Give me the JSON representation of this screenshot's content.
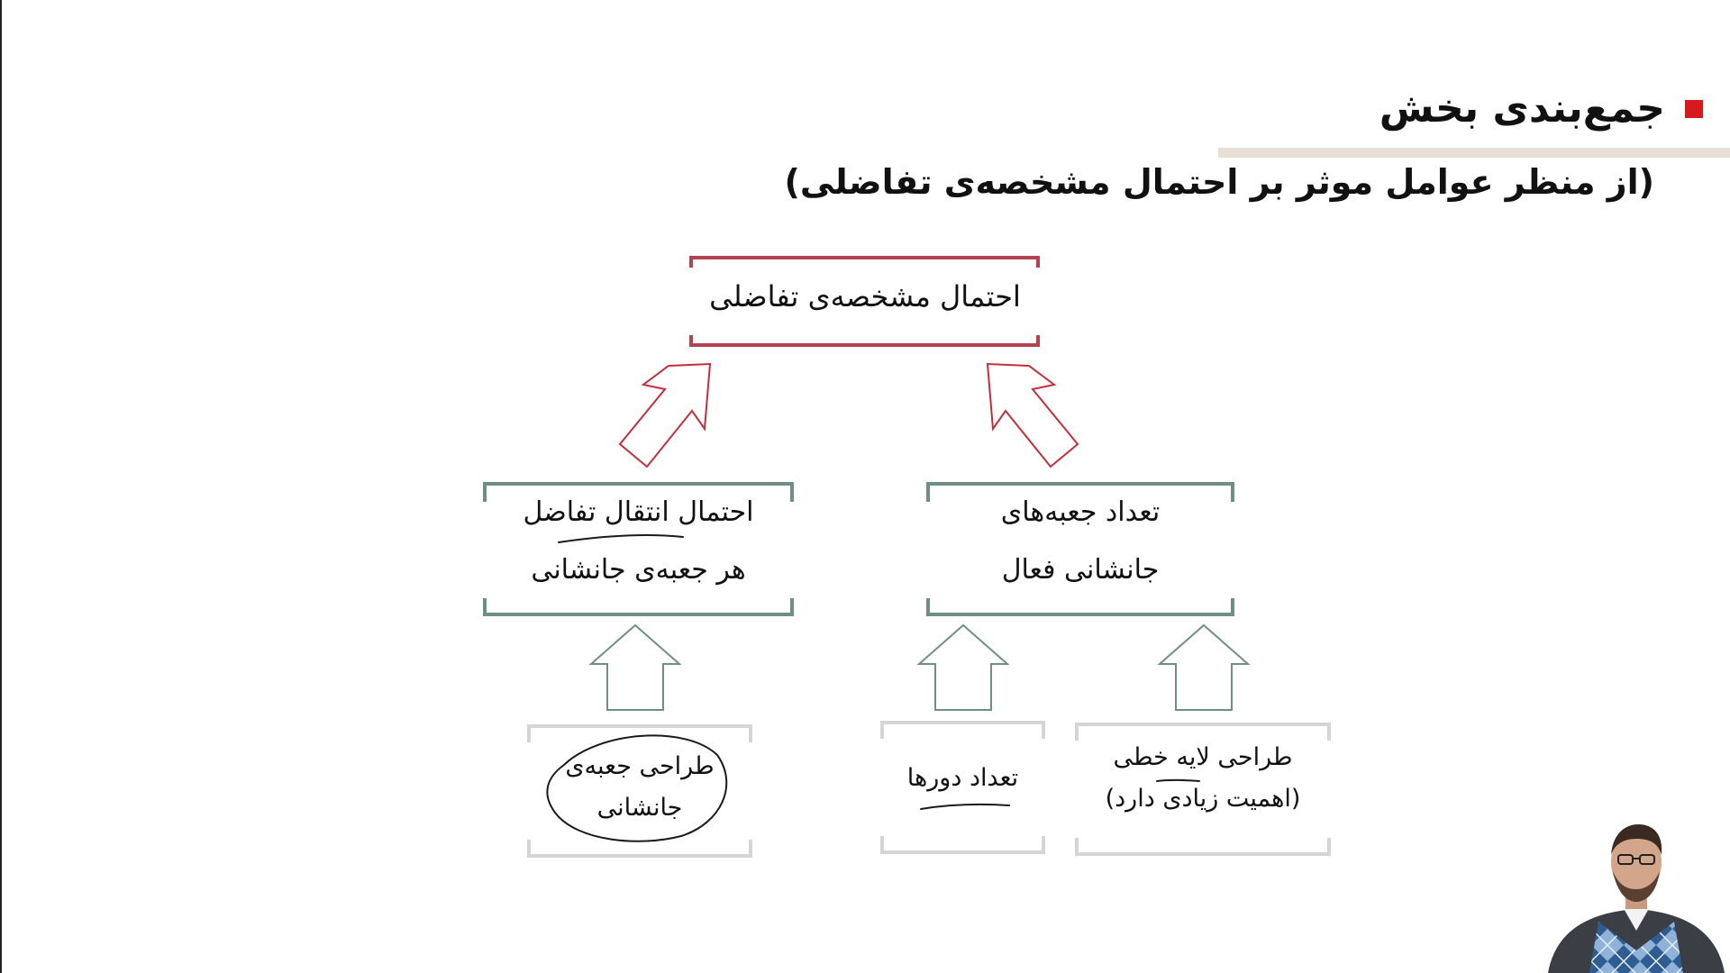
{
  "slide": {
    "title": "جمع‌بندی بخش",
    "subtitle": "(از منظر عوامل موثر بر احتمال مشخصه‌ی تفاضلی)"
  },
  "diagram": {
    "top_box": "احتمال مشخصه‌ی تفاضلی",
    "mid_left": {
      "line1": "احتمال انتقال تفاضل",
      "line2": "هر جعبه‌ی جانشانی"
    },
    "mid_right": {
      "line1": "تعداد جعبه‌های",
      "line2": "جانشانی فعال"
    },
    "bottom_left": {
      "line1": "طراحی جعبه‌ی",
      "line2": "جانشانی"
    },
    "bottom_center": {
      "line1": "تعداد دورها"
    },
    "bottom_right": {
      "line1": "طراحی لایه خطی",
      "line2": "(اهمیت زیادی دارد)"
    }
  },
  "colors": {
    "accent_red": "#d71920",
    "top_box": "#b5424f",
    "mid_boxes": "#6f8f86",
    "bottom_boxes": "#d5d5d5"
  }
}
